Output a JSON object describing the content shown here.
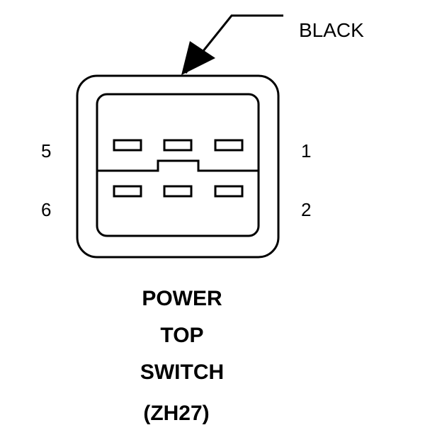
{
  "connector": {
    "wire_color_label": "BLACK",
    "pins": {
      "top_left": "5",
      "bottom_left": "6",
      "top_right": "1",
      "bottom_right": "2"
    },
    "caption": {
      "line1": "POWER",
      "line2": "TOP",
      "line3": "SWITCH",
      "code": "(ZH27)"
    }
  },
  "colors": {
    "ink": "#000000",
    "background": "#ffffff"
  }
}
